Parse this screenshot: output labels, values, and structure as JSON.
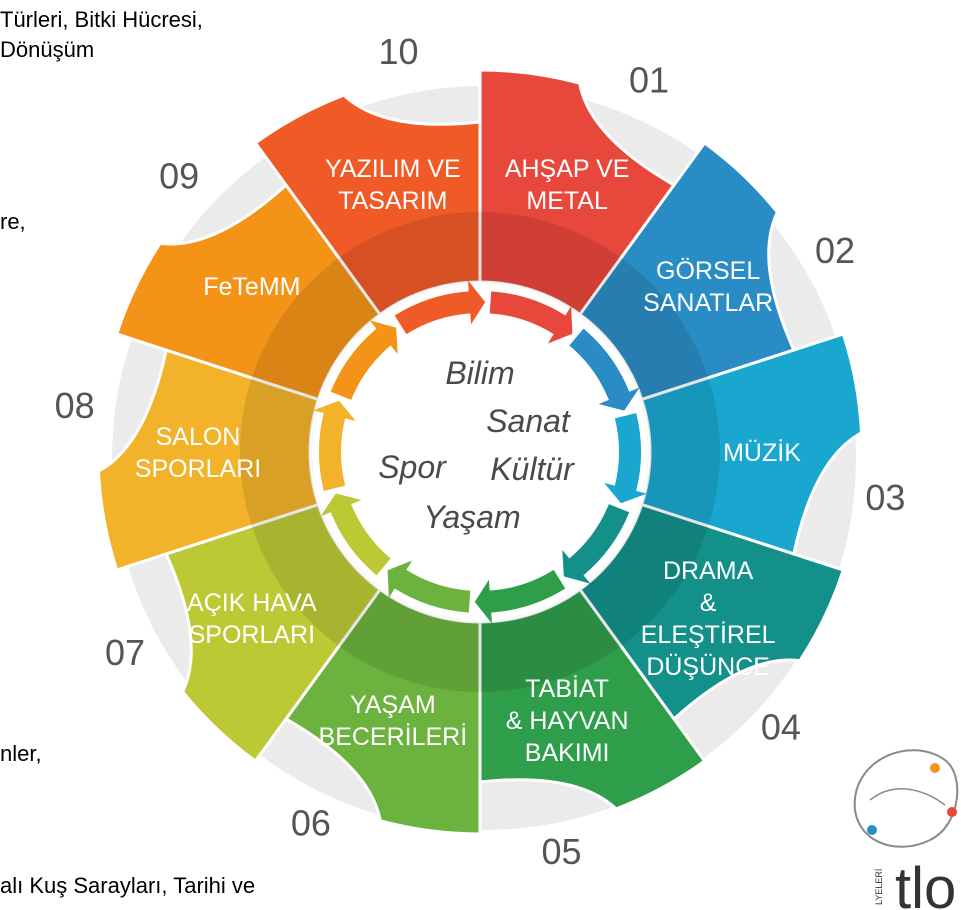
{
  "background_text": {
    "top_line1": "Türleri, Bitki Hücresi,",
    "top_line2": "Dönüşüm",
    "mid": "re,",
    "lower": "nler,",
    "bottom": "alı Kuş Sarayları, Tarihi ve"
  },
  "segments": [
    {
      "number": "01",
      "lines": [
        "AHŞAP VE",
        "METAL"
      ],
      "color": "#e8473c"
    },
    {
      "number": "02",
      "lines": [
        "GÖRSEL",
        "SANATLAR"
      ],
      "color": "#2a8cc4"
    },
    {
      "number": "03",
      "lines": [
        "MÜZİK"
      ],
      "color": "#1aa7cf"
    },
    {
      "number": "04",
      "lines": [
        "DRAMA",
        "&",
        "ELEŞTİREL",
        "DÜŞÜNCE"
      ],
      "color": "#14908a"
    },
    {
      "number": "05",
      "lines": [
        "TABİAT",
        "& HAYVAN",
        "BAKIMI"
      ],
      "color": "#2f9e4b"
    },
    {
      "number": "06",
      "lines": [
        "YAŞAM",
        "BECERİLERİ"
      ],
      "color": "#6bb33e"
    },
    {
      "number": "07",
      "lines": [
        "AÇIK HAVA",
        "SPORLARI"
      ],
      "color": "#bcc935"
    },
    {
      "number": "08",
      "lines": [
        "SALON",
        "SPORLARI"
      ],
      "color": "#f2b32a"
    },
    {
      "number": "09",
      "lines": [
        "FeTeMM"
      ],
      "color": "#f39419"
    },
    {
      "number": "10",
      "lines": [
        "YAZILIM VE",
        "TASARIM"
      ],
      "color": "#ef5a27"
    }
  ],
  "center": {
    "words": [
      "Bilim",
      "Sanat",
      "Kültür",
      "Spor",
      "Yaşam"
    ]
  },
  "logo": {
    "side_text": "LYELERİ",
    "letters": "tlo"
  }
}
